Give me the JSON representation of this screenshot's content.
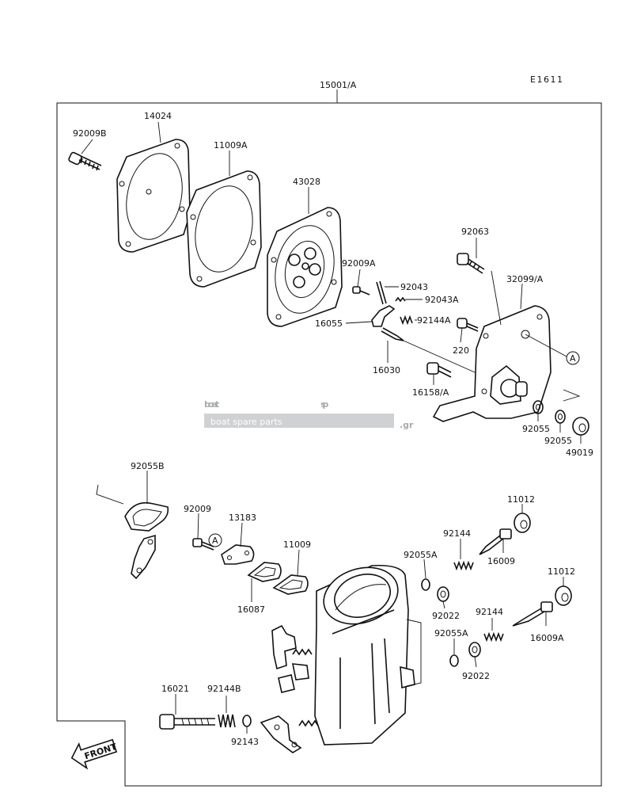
{
  "diagram": {
    "code": "E1611",
    "assembly_label": "15001/A",
    "callouts": [
      {
        "id": "92009b",
        "text": "92009B"
      },
      {
        "id": "14024",
        "text": "14024"
      },
      {
        "id": "11009a",
        "text": "11009A"
      },
      {
        "id": "43028",
        "text": "43028"
      },
      {
        "id": "92009a",
        "text": "92009A"
      },
      {
        "id": "92043",
        "text": "92043"
      },
      {
        "id": "92043a",
        "text": "92043A"
      },
      {
        "id": "16055",
        "text": "16055"
      },
      {
        "id": "92144a",
        "text": "92144A"
      },
      {
        "id": "16030",
        "text": "16030"
      },
      {
        "id": "92063",
        "text": "92063"
      },
      {
        "id": "32099a",
        "text": "32099/A"
      },
      {
        "id": "220",
        "text": "220"
      },
      {
        "id": "16158a",
        "text": "16158/A"
      },
      {
        "id": "92055-1",
        "text": "92055"
      },
      {
        "id": "92055-2",
        "text": "92055"
      },
      {
        "id": "49019",
        "text": "49019"
      },
      {
        "id": "92055b",
        "text": "92055B"
      },
      {
        "id": "92009",
        "text": "92009"
      },
      {
        "id": "13183",
        "text": "13183"
      },
      {
        "id": "11009",
        "text": "11009"
      },
      {
        "id": "16087",
        "text": "16087"
      },
      {
        "id": "11012-1",
        "text": "11012"
      },
      {
        "id": "92144-1",
        "text": "92144"
      },
      {
        "id": "16009",
        "text": "16009"
      },
      {
        "id": "92055a-1",
        "text": "92055A"
      },
      {
        "id": "92022-1",
        "text": "92022"
      },
      {
        "id": "11012-2",
        "text": "11012"
      },
      {
        "id": "92144-2",
        "text": "92144"
      },
      {
        "id": "16009a",
        "text": "16009A"
      },
      {
        "id": "92055a-2",
        "text": "92055A"
      },
      {
        "id": "92022-2",
        "text": "92022"
      },
      {
        "id": "16021",
        "text": "16021"
      },
      {
        "id": "92144b",
        "text": "92144B"
      },
      {
        "id": "92143",
        "text": "92143"
      }
    ],
    "reference_marks": [
      {
        "id": "a-upper",
        "text": "A"
      },
      {
        "id": "a-lower",
        "text": "A"
      }
    ],
    "front_label": "FRONT"
  },
  "watermark": {
    "brand_part1": "boat",
    "brand_part2": "sp",
    "brand_suffix": ".gr",
    "tagline": "boat spare parts"
  },
  "colors": {
    "ink": "#111111",
    "watermark_grey": "#a9aaac",
    "watermark_light": "#d0d1d3"
  }
}
